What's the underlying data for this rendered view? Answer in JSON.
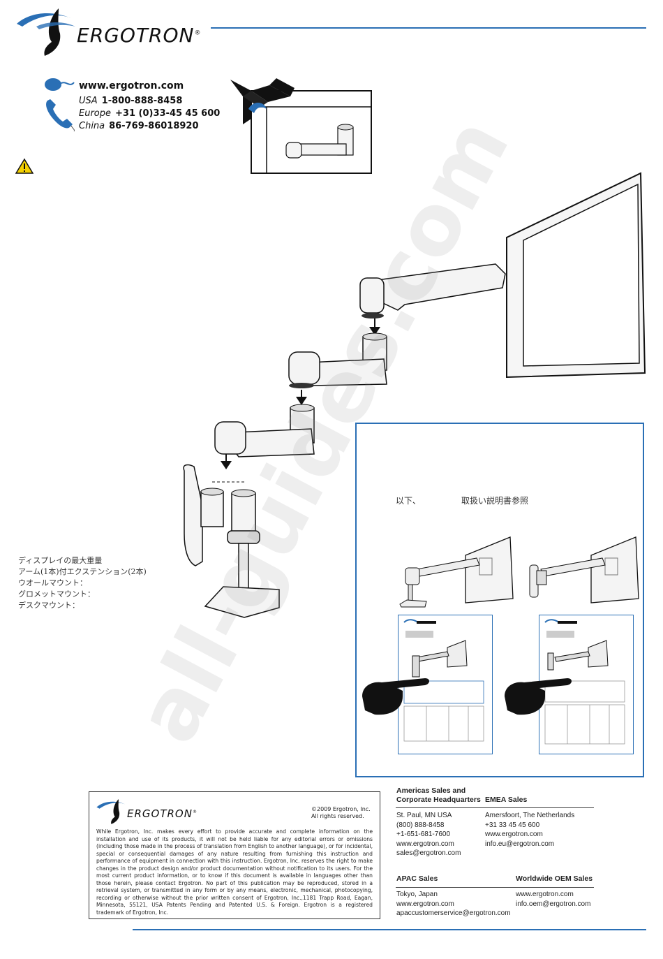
{
  "brand": {
    "name": "ERGOTRON",
    "registered": "®"
  },
  "contact": {
    "website": "www.ergotron.com",
    "phones": [
      {
        "region": "USA",
        "number": "1-800-888-8458"
      },
      {
        "region": "Europe",
        "number": "+31 (0)33-45 45 600"
      },
      {
        "region": "China",
        "number": "86-769-86018920"
      }
    ]
  },
  "japanese_specs": [
    "ディスプレイの最大重量",
    "アーム(1本)付エクステンション(2本)",
    "ウオールマウント：",
    "グロメットマウント：",
    "デスクマウント："
  ],
  "info_panel": {
    "text_left": "以下、",
    "text_right": "取扱い説明書参照"
  },
  "legal": {
    "copyright": "©2009 Ergotron, Inc.",
    "rights": "All rights reserved.",
    "body": "While Ergotron, Inc. makes every effort to provide accurate and complete information on the installation and use of its products, it will not be held liable for any editorial errors or omissions (including those made in the process of translation from English to another language), or for incidental, special or consequential damages of any nature resulting from furnishing this instruction and performance of equipment in connection with this instruction. Ergotron, Inc. reserves the right to make changes in the product design and/or product documentation without notification to its users. For the most current product information, or to know if this document is available in languages other than those herein, please contact Ergotron. No part of this publication may be reproduced, stored in a retrieval system, or transmitted in any form or by any means, electronic, mechanical, photocopying, recording or otherwise without the prior written consent of Ergotron, Inc.,1181 Trapp Road, Eagan, Minnesota, 55121, USA Patents Pending and Patented U.S. & Foreign. Ergotron is a registered trademark of Ergotron, Inc."
  },
  "sales": {
    "americas": {
      "heading_1": "Americas Sales and",
      "heading_2": "Corporate Headquarters",
      "lines": [
        "St. Paul, MN USA",
        "(800) 888-8458",
        "+1-651-681-7600",
        "www.ergotron.com",
        "sales@ergotron.com"
      ]
    },
    "emea": {
      "heading": "EMEA Sales",
      "lines": [
        "Amersfoort, The Netherlands",
        "+31 33 45 45 600",
        "www.ergotron.com",
        "info.eu@ergotron.com"
      ]
    },
    "apac": {
      "heading": "APAC Sales",
      "lines": [
        "Tokyo, Japan",
        "www.ergotron.com",
        "apaccustomerservice@ergotron.com"
      ]
    },
    "oem": {
      "heading": "Worldwide OEM Sales",
      "lines": [
        "www.ergotron.com",
        "info.oem@ergotron.com"
      ]
    }
  },
  "watermark": "all-guides.com",
  "colors": {
    "accent_blue": "#2a6fb5",
    "warning_yellow": "#f4d000",
    "line_gray": "#444444"
  }
}
